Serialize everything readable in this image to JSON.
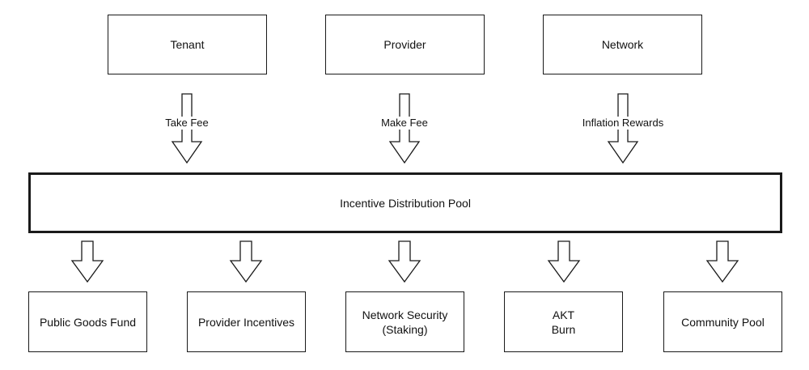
{
  "sources": [
    {
      "label": "Tenant",
      "flow": "Take Fee"
    },
    {
      "label": "Provider",
      "flow": "Make Fee"
    },
    {
      "label": "Network",
      "flow": "Inflation Rewards"
    }
  ],
  "pool": {
    "label": "Incentive Distribution Pool"
  },
  "destinations": [
    {
      "lines": [
        "Public Goods Fund"
      ]
    },
    {
      "lines": [
        "Provider Incentives"
      ]
    },
    {
      "lines": [
        "Network Security",
        "(Staking)"
      ]
    },
    {
      "lines": [
        "AKT",
        "Burn"
      ]
    },
    {
      "lines": [
        "Community Pool"
      ]
    }
  ]
}
